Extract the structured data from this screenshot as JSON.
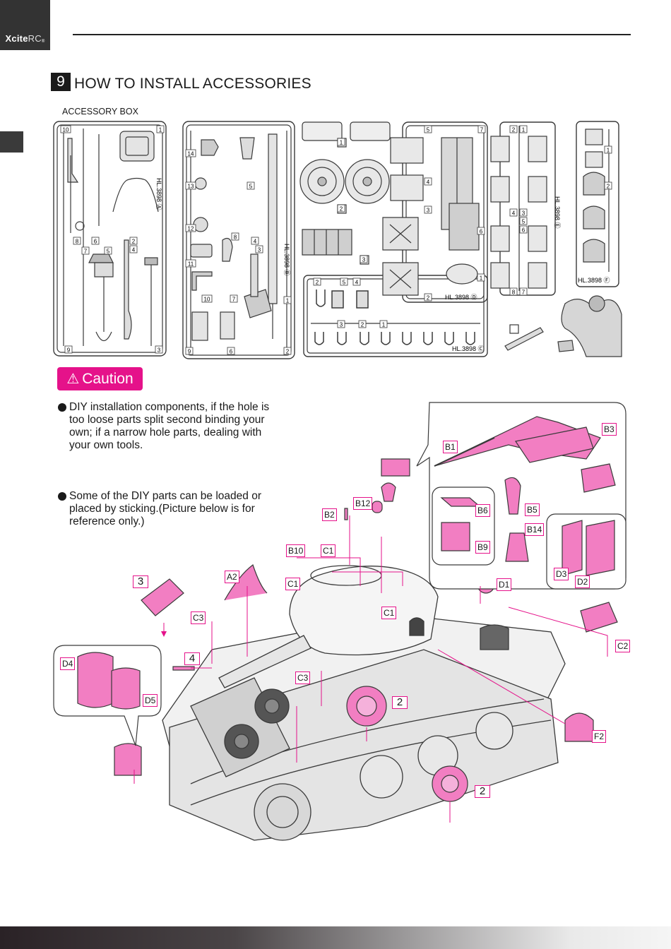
{
  "brand": {
    "name_bold": "Xcite",
    "name_light": "RC",
    "mark": "®"
  },
  "step": {
    "number": "9",
    "title": "HOW TO INSTALL ACCESSORIES"
  },
  "accessory_box_label": "ACCESSORY BOX",
  "caution": {
    "label": "Caution"
  },
  "notes": [
    "DIY installation components, if the hole is too loose parts split second binding your own; if a narrow hole parts, dealing with your own tools.",
    "Some of the DIY parts can be loaded or placed by sticking.(Picture below is for reference only.)"
  ],
  "sprues": [
    {
      "id": "A",
      "code": "HL.3898 Ⓐ",
      "numbers": [
        "10",
        "1",
        "8",
        "6",
        "7",
        "5",
        "2",
        "4",
        "9",
        "3"
      ]
    },
    {
      "id": "B",
      "code": "HL.3898 Ⓑ",
      "numbers": [
        "14",
        "13",
        "12",
        "11",
        "8",
        "4",
        "3",
        "7",
        "10",
        "9",
        "6",
        "5",
        "1",
        "2"
      ]
    },
    {
      "id": "C",
      "code": "HL.3898 Ⓒ",
      "numbers": [
        "1",
        "2",
        "3",
        "2",
        "5",
        "4",
        "3",
        "2",
        "1"
      ]
    },
    {
      "id": "D",
      "code": "HL.3898 Ⓓ",
      "numbers": [
        "5",
        "7",
        "4",
        "3",
        "6",
        "1",
        "2"
      ]
    },
    {
      "id": "E",
      "code": "HL.3898 Ⓔ",
      "numbers": [
        "2",
        "1",
        "4",
        "3",
        "5",
        "6",
        "8",
        "7"
      ]
    },
    {
      "id": "F",
      "code": "HL.3898 Ⓕ",
      "numbers": [
        "1",
        "2"
      ]
    }
  ],
  "loose_part_label": "4",
  "diagram_labels": {
    "b1": "B1",
    "b2": "B2",
    "b3": "B3",
    "b5": "B5",
    "b6": "B6",
    "b9": "B9",
    "b10": "B10",
    "b12": "B12",
    "b14": "B14",
    "c1a": "C1",
    "c1b": "C1",
    "c1c": "C1",
    "c2": "C2",
    "c3a": "C3",
    "c3b": "C3",
    "a2": "A2",
    "d1": "D1",
    "d2": "D2",
    "d3": "D3",
    "d4": "D4",
    "d5": "D5",
    "f2": "F2",
    "n3": "3",
    "n4": "4",
    "n2a": "2",
    "n2b": "2"
  },
  "colors": {
    "accent": "#e5128a",
    "part_fill": "#f27ec2",
    "line": "#3a3a3a"
  }
}
